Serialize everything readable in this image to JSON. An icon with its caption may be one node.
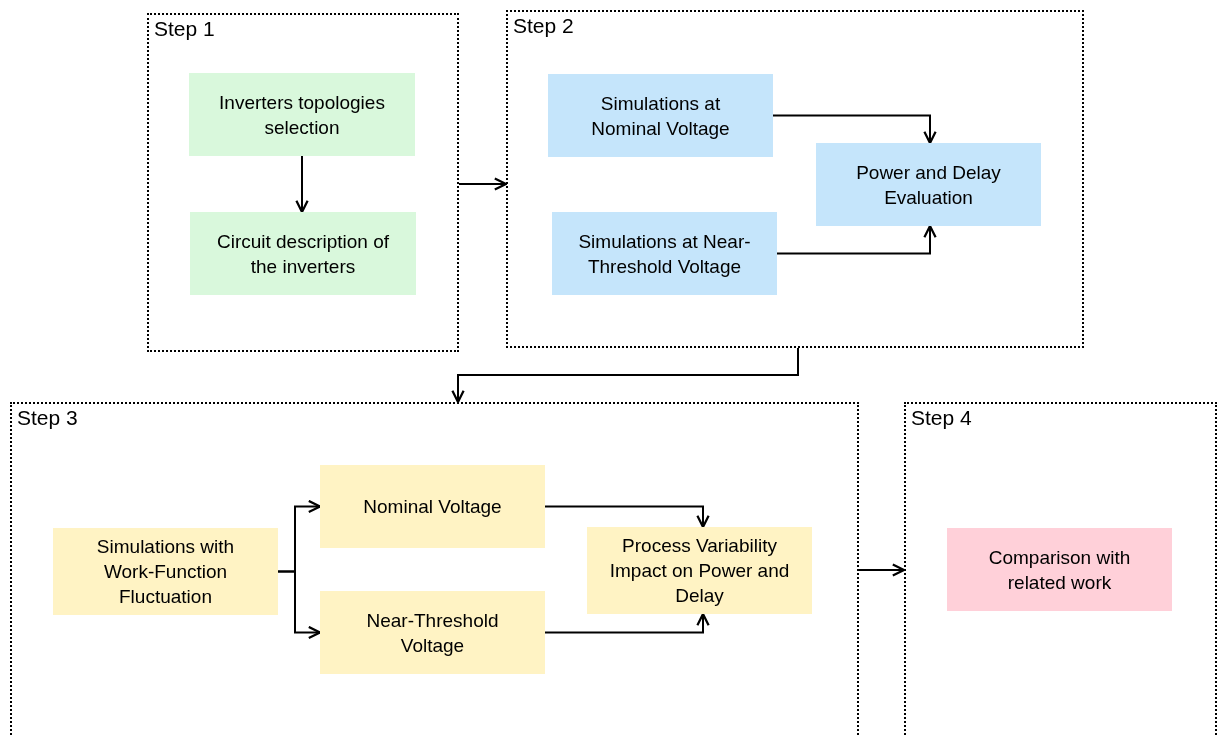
{
  "diagram": {
    "nodes": [
      {
        "text": [
          "Step 1"
        ]
      },
      {
        "text": [
          "Inverters topologies selection"
        ],
        "in": 0
      },
      {
        "text": [
          "Circuit description of the inverters"
        ],
        "in": 0
      },
      {
        "text": [
          "Step 2"
        ]
      },
      {
        "text": [
          "Simulations at Nominal Voltage"
        ],
        "in": 3
      },
      {
        "text": [
          "Power and Delay Evaluation"
        ],
        "in": 3
      },
      {
        "text": [
          "Simulations at Near-Threshold Voltage"
        ],
        "in": 3
      },
      {
        "text": [
          "Step 3"
        ]
      },
      {
        "text": [
          "Simulations with Work-Function Fluctuation"
        ],
        "in": 7
      },
      {
        "text": [
          "Nominal Voltage"
        ],
        "in": 7
      },
      {
        "text": [
          "Near-Threshold Voltage"
        ],
        "in": 7
      },
      {
        "text": [
          "Process Variability Impact on Power and Delay"
        ],
        "in": 7
      },
      {
        "text": [
          "Step 4"
        ]
      },
      {
        "text": [
          "Comparison with related work"
        ],
        "in": 12
      }
    ],
    "edges": [
      {
        "from": 1,
        "to": 2,
        "arrow": "to"
      },
      {
        "from": 0,
        "to": 3,
        "arrow": "to"
      },
      {
        "from": 3,
        "to": 7,
        "arrow": "to"
      },
      {
        "from": 4,
        "to": 5,
        "arrow": "to"
      },
      {
        "from": 6,
        "to": 5,
        "arrow": "to"
      },
      {
        "from": 8,
        "to": 9,
        "arrow": "to"
      },
      {
        "from": 8,
        "to": 10,
        "arrow": "to"
      },
      {
        "from": 9,
        "to": 11,
        "arrow": "to"
      },
      {
        "from": 10,
        "to": 11,
        "arrow": "to"
      },
      {
        "from": 7,
        "to": 12,
        "arrow": "to"
      }
    ]
  }
}
